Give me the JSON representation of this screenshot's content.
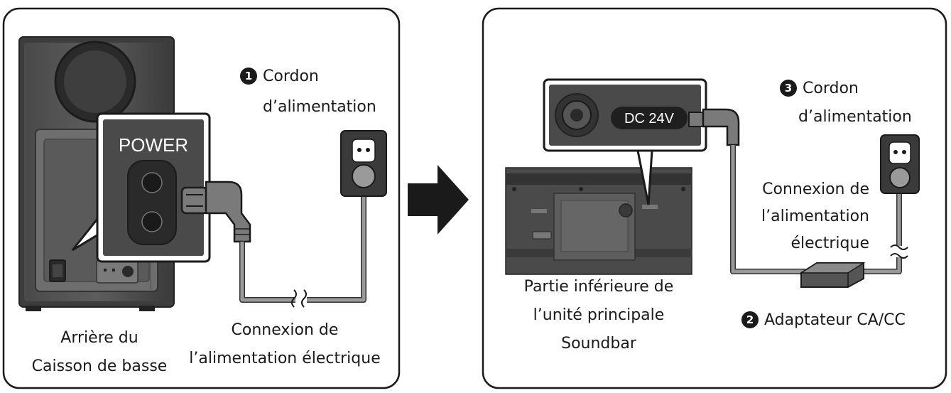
{
  "left_panel": {
    "power_port_label": "POWER",
    "cord_number": "1",
    "cord_label_line1": "Cordon",
    "cord_label_line2": "d’alimentation",
    "subwoofer_caption_line1": "Arrière du",
    "subwoofer_caption_line2": "Caisson de basse",
    "connection_caption_line1": "Connexion de",
    "connection_caption_line2": "l’alimentation électrique"
  },
  "right_panel": {
    "dc_port_label": "DC 24V",
    "cord_number": "3",
    "cord_label_line1": "Cordon",
    "cord_label_line2": "d’alimentation",
    "connection_label_line1": "Connexion de",
    "connection_label_line2": "l’alimentation",
    "connection_label_line3": "électrique",
    "soundbar_caption_line1": "Partie inférieure de",
    "soundbar_caption_line2": "l’unité principale",
    "soundbar_caption_line3": "Soundbar",
    "adapter_number": "2",
    "adapter_label": "Adaptateur CA/CC"
  },
  "colors": {
    "panel_border": "#1a1a1a",
    "device_dark": "#3a3a3a",
    "device_mid": "#6b6b6b",
    "cable": "#9a9a9a",
    "cable_outline": "#333333"
  },
  "icons": [
    "power-socket-icon",
    "right-arrow-icon",
    "cable-break-icon"
  ]
}
